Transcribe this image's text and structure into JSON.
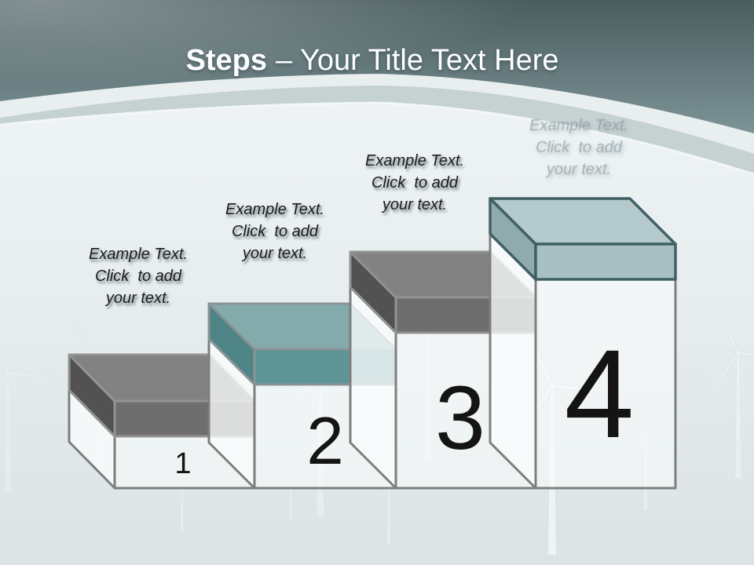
{
  "title": {
    "bold": "Steps",
    "rest": "– Your Title Text Here"
  },
  "theme": {
    "header_dark": "#4a5d60",
    "header_mid": "#7d9396",
    "band_white": "#e9efef",
    "band_sage": "#c6d1d2",
    "body_top": "#f1f5f6",
    "body_mid": "#e9eff0",
    "body_bottom": "#dce3e5",
    "number_color": "#141414",
    "label_color": "#1b1d1e",
    "title_color": "#fdfeff"
  },
  "steps": [
    {
      "number": "1",
      "label": [
        "Example Text.",
        "Click  to add",
        "your text."
      ],
      "lid": {
        "top": "#828282",
        "front": "#6e6e6e",
        "side": "#525252"
      }
    },
    {
      "number": "2",
      "label": [
        "Example Text.",
        "Click  to add",
        "your text."
      ],
      "lid": {
        "top": "#83abac",
        "front": "#5f9496",
        "side": "#4f8486"
      }
    },
    {
      "number": "3",
      "label": [
        "Example Text.",
        "Click  to add",
        "your text."
      ],
      "lid": {
        "top": "#828282",
        "front": "#6e6e6e",
        "side": "#525252"
      }
    },
    {
      "number": "4",
      "label": [
        "Example Text.",
        "Click  to add",
        "your text."
      ],
      "lid": {
        "top": "#b3c9cb",
        "front": "#a9c0c3",
        "side": "#8fabae"
      }
    }
  ]
}
